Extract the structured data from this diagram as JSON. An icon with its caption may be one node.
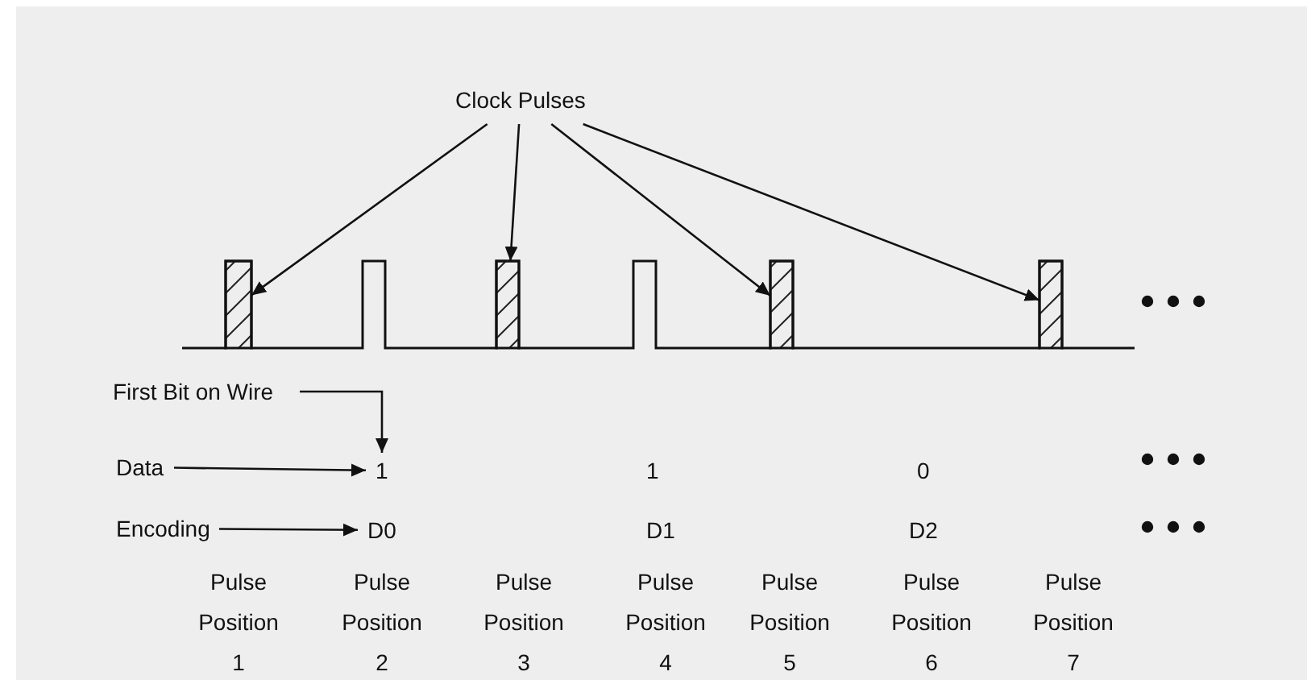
{
  "diagram": {
    "nodes": [
      {
        "text": [
          "Clock Pulses"
        ]
      },
      {
        "text": [],
        "shape": "bar"
      },
      {
        "text": [],
        "shape": "bar"
      },
      {
        "text": [],
        "shape": "bar"
      },
      {
        "text": [],
        "shape": "bar"
      },
      {
        "text": [
          "First Bit on Wire"
        ]
      },
      {
        "text": [
          "Data"
        ]
      },
      {
        "text": [
          "1"
        ]
      },
      {
        "text": [
          "Encoding"
        ]
      },
      {
        "text": [
          "D0"
        ]
      }
    ],
    "edges": [
      {
        "from": 0,
        "to": 1,
        "arrow": "to"
      },
      {
        "from": 0,
        "to": 2,
        "arrow": "to"
      },
      {
        "from": 0,
        "to": 3,
        "arrow": "to"
      },
      {
        "from": 0,
        "to": 4,
        "arrow": "to"
      },
      {
        "from": 5,
        "to": 7,
        "arrow": "to"
      },
      {
        "from": 6,
        "to": 7,
        "arrow": "to"
      },
      {
        "from": 8,
        "to": 9,
        "arrow": "to"
      }
    ],
    "labels": [
      "1",
      "0",
      "D1",
      "D2",
      "Pulse Position 1",
      "Pulse Position 2",
      "Pulse Position 3",
      "Pulse Position 4",
      "Pulse Position 5",
      "Pulse Position 6",
      "Pulse Position 7"
    ]
  }
}
